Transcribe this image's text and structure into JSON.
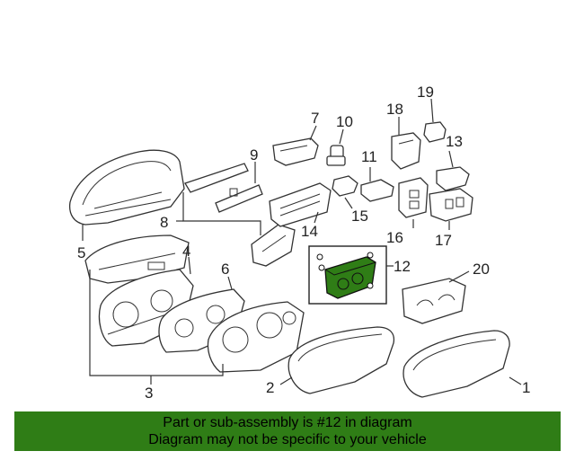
{
  "diagram": {
    "callouts": {
      "c1": "1",
      "c2": "2",
      "c3": "3",
      "c4": "4",
      "c5": "5",
      "c6": "6",
      "c7": "7",
      "c8": "8",
      "c9": "9",
      "c10": "10",
      "c11": "11",
      "c12": "12",
      "c13": "13",
      "c14": "14",
      "c15": "15",
      "c16": "16",
      "c17": "17",
      "c18": "18",
      "c19": "19",
      "c20": "20"
    },
    "highlight_color": "#2f7d16"
  },
  "banner": {
    "line1": "Part or sub-assembly is #12 in diagram",
    "line2": "Diagram may not be specific to your vehicle",
    "background": "#2f7d16"
  }
}
